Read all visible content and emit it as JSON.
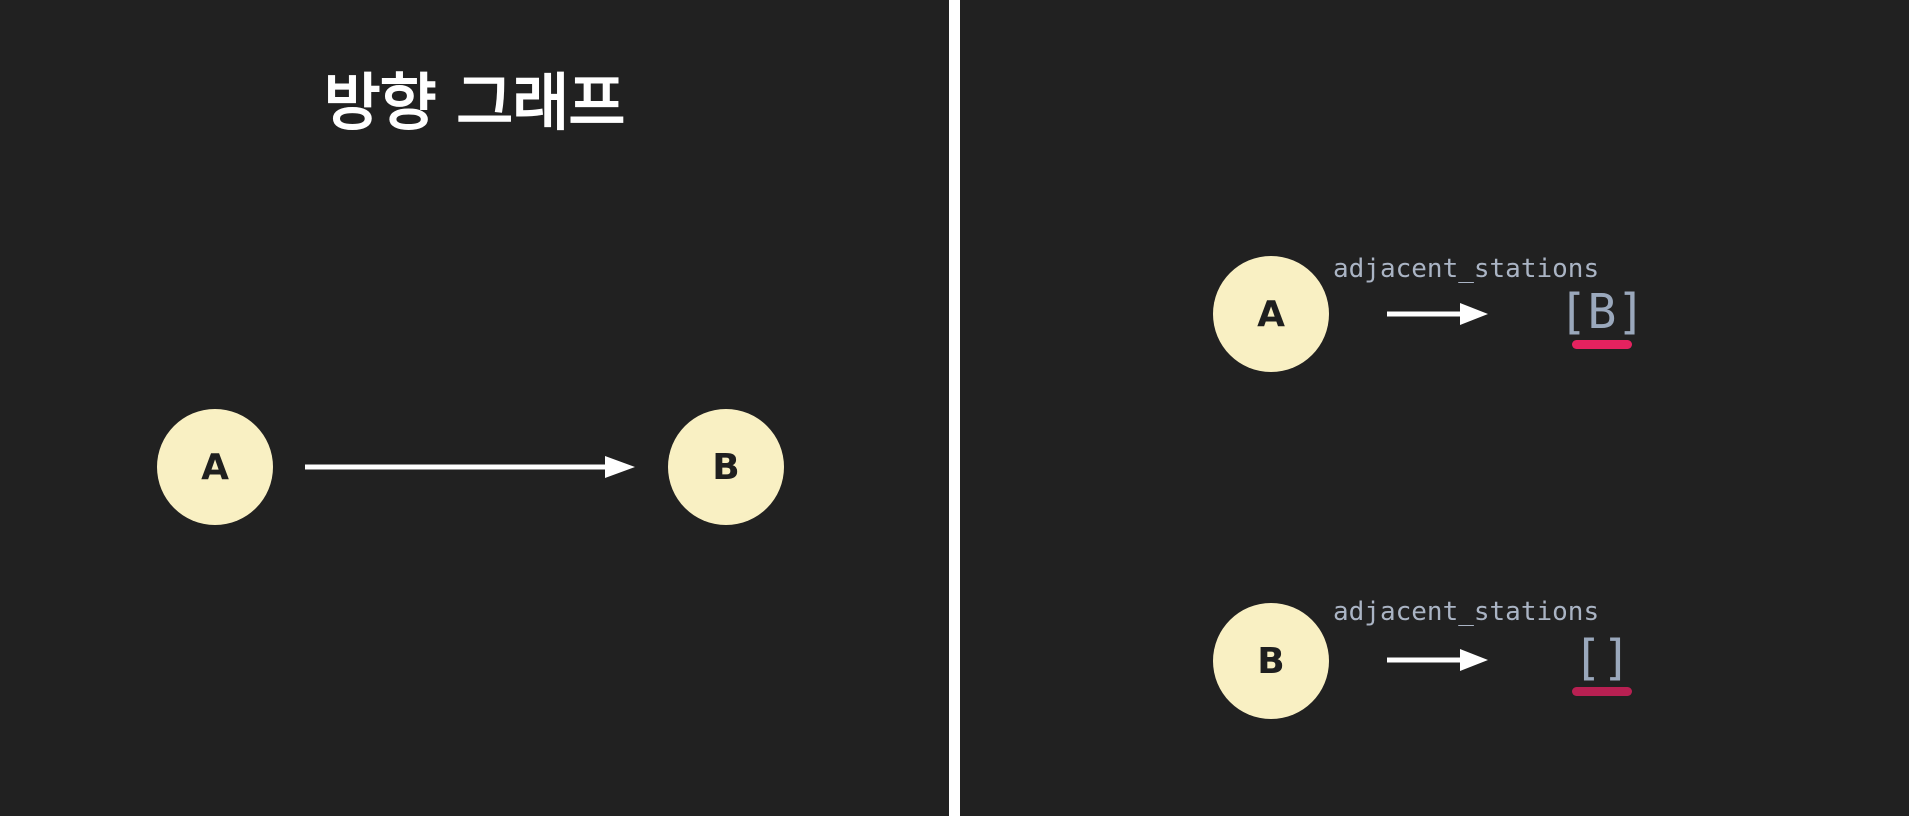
{
  "left_panel": {
    "title": "방향 그래프",
    "nodes": [
      {
        "label": "A"
      },
      {
        "label": "B"
      }
    ]
  },
  "right_panel": {
    "rows": [
      {
        "node": "A",
        "property": "adjacent_stations",
        "value": "[B]",
        "underline_color": "#e5225f"
      },
      {
        "node": "B",
        "property": "adjacent_stations",
        "value": "[]",
        "underline_color": "#b82052"
      }
    ]
  },
  "colors": {
    "background": "#212121",
    "node_fill": "#f9f0c3",
    "arrow": "#ffffff",
    "divider": "#ffffff",
    "code_text": "#aab4c4"
  }
}
